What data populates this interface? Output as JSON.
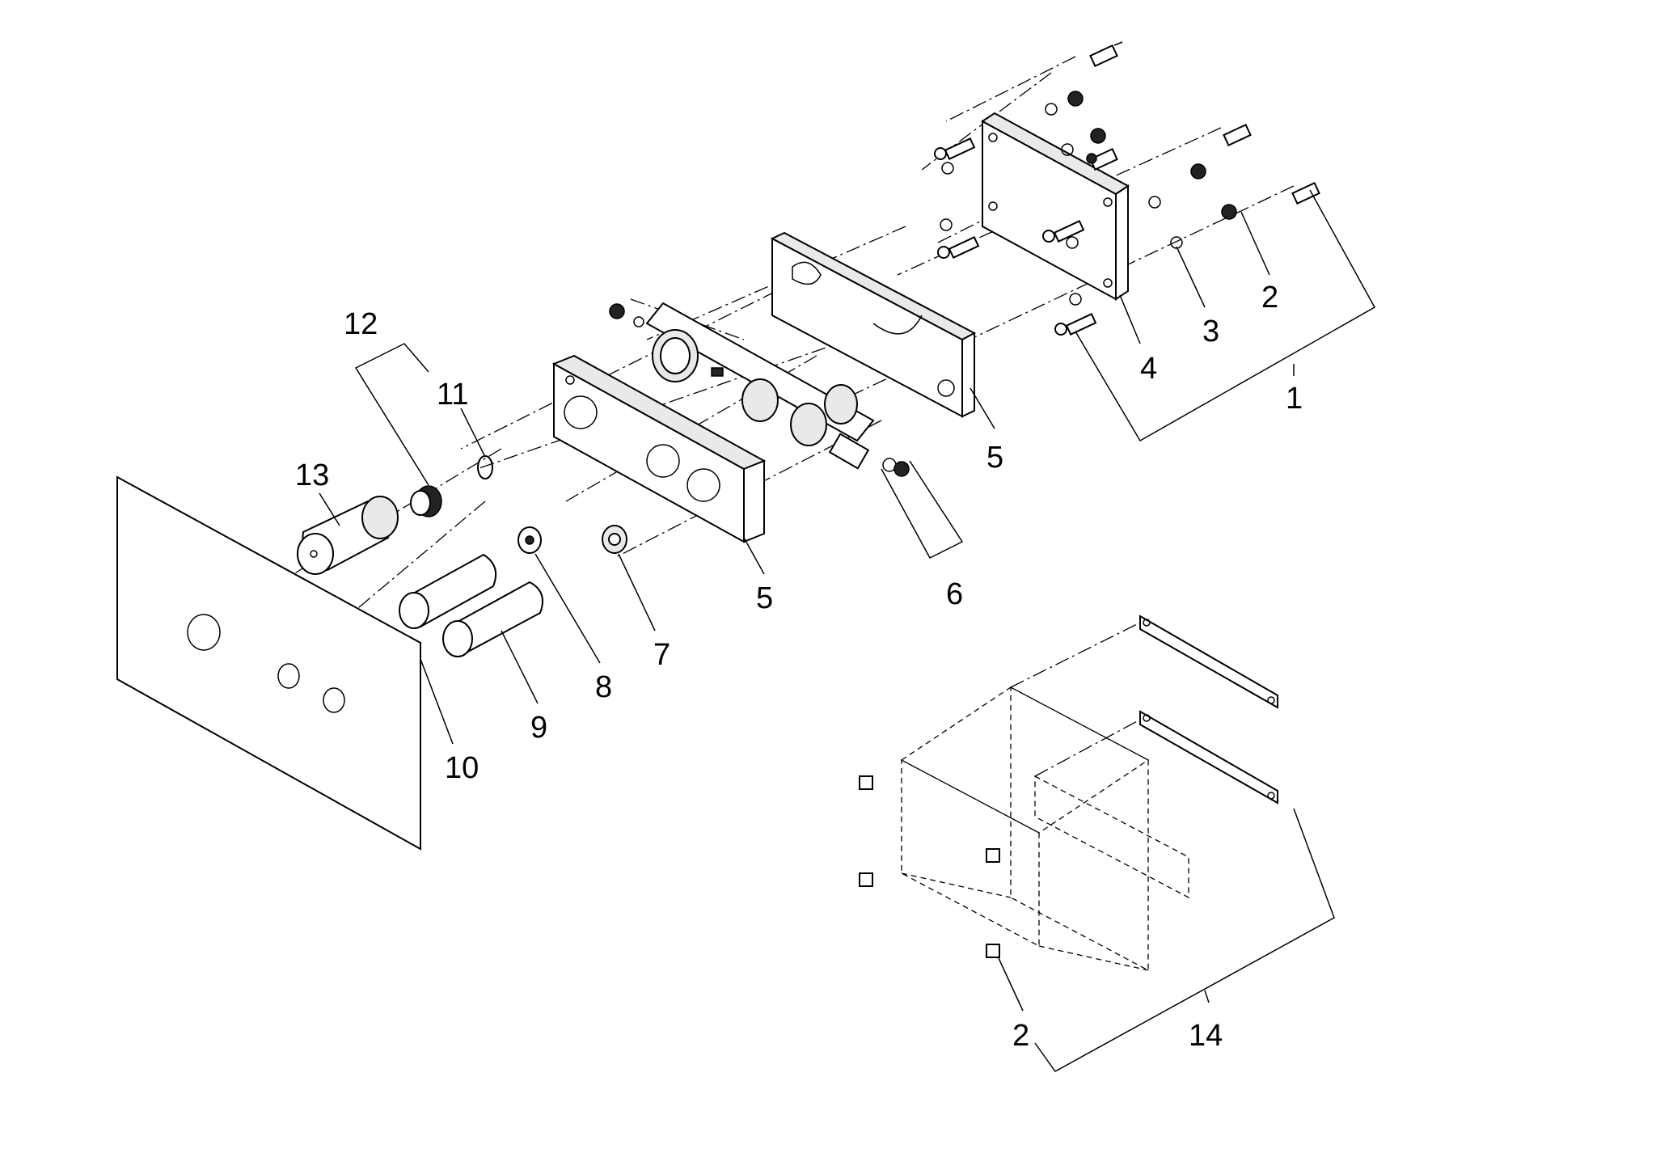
{
  "diagram": {
    "callouts": [
      "1",
      "2",
      "3",
      "4",
      "5",
      "5",
      "6",
      "7",
      "8",
      "9",
      "10",
      "11",
      "12",
      "13",
      "2",
      "14"
    ]
  }
}
